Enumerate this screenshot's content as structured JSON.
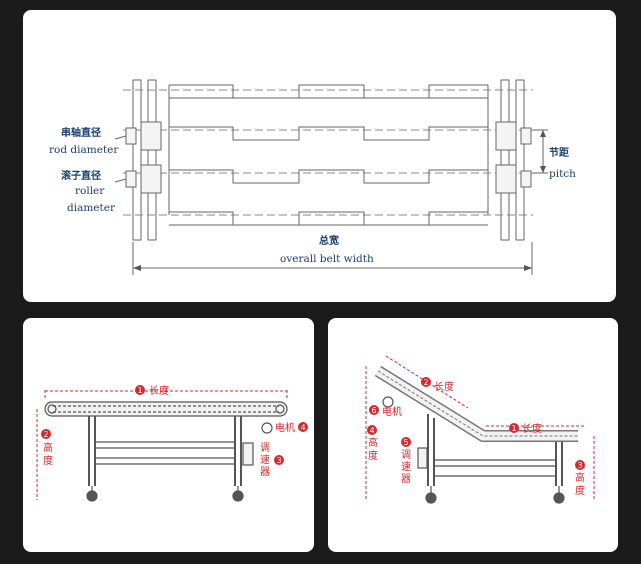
{
  "top_diagram": {
    "rod_diameter_cn": "串轴直径",
    "rod_diameter_en": "rod diameter",
    "roller_diameter_cn": "滚子直径",
    "roller_en": "roller",
    "diameter_en": "diameter",
    "pitch_cn": "节距",
    "pitch_en": "pitch",
    "overall_width_cn": "总宽",
    "overall_width_en": "overall belt width"
  },
  "flat_conveyor": {
    "length_num": "1",
    "length_label": "长度",
    "height_num": "2",
    "height_label_1": "高",
    "height_label_2": "度",
    "speed_num": "3",
    "speed_label_1": "调",
    "speed_label_2": "速",
    "speed_label_3": "器",
    "motor_num": "4",
    "motor_label": "电机"
  },
  "incline_conveyor": {
    "length_num": "1",
    "length_label": "长度",
    "incline_length_num": "2",
    "incline_length_label": "长度",
    "height_right_num": "3",
    "height_right_1": "高",
    "height_right_2": "度",
    "height_left_num": "4",
    "height_left_1": "高",
    "height_left_2": "度",
    "speed_num": "5",
    "speed_label_1": "调",
    "speed_label_2": "速",
    "speed_label_3": "器",
    "motor_num": "6",
    "motor_label": "电机"
  },
  "colors": {
    "label_blue": "#1a3f6e",
    "annotation_red": "#d8282c",
    "line_gray": "#555555"
  }
}
